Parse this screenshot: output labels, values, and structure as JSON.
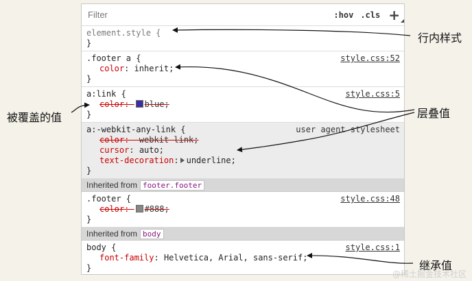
{
  "filter": {
    "placeholder": "Filter",
    "hov": ":hov",
    "cls": ".cls",
    "add": "+"
  },
  "rules": [
    {
      "selector": "element.style {",
      "close": "}"
    },
    {
      "selector": ".footer a {",
      "source": "style.css:52",
      "decls": [
        {
          "prop": "color",
          "value": "inherit;"
        }
      ],
      "close": "}"
    },
    {
      "selector": "a:link {",
      "source": "style.css:5",
      "decls": [
        {
          "prop": "color",
          "value": "blue;",
          "swatch": "#3b2ea0"
        }
      ],
      "close": "}"
    },
    {
      "selector": ":-webkit-any-link {",
      "source": "user agent stylesheet",
      "decls": [
        {
          "prop": "color",
          "value": "-webkit-link;"
        },
        {
          "prop": "cursor",
          "value": "auto;"
        },
        {
          "prop": "text-decoration",
          "value": "underline;"
        }
      ],
      "close": "}"
    },
    {
      "selector": ".footer {",
      "source": "style.css:48",
      "decls": [
        {
          "prop": "color",
          "value": "#888;",
          "swatch": "#888888"
        }
      ],
      "close": "}"
    },
    {
      "selector": "body {",
      "source": "style.css:1",
      "decls": [
        {
          "prop": "font-family",
          "value": "Helvetica, Arial, sans-serif;"
        }
      ],
      "close": "}"
    }
  ],
  "inherited": [
    {
      "label": "Inherited from",
      "tag": "footer.footer"
    },
    {
      "label": "Inherited from",
      "tag": "body"
    }
  ],
  "annotations": {
    "inline": "行内样式",
    "overridden": "被覆盖的值",
    "cascade": "层叠值",
    "inherited": "继承值"
  },
  "watermark": "@稀土掘金技术社区"
}
